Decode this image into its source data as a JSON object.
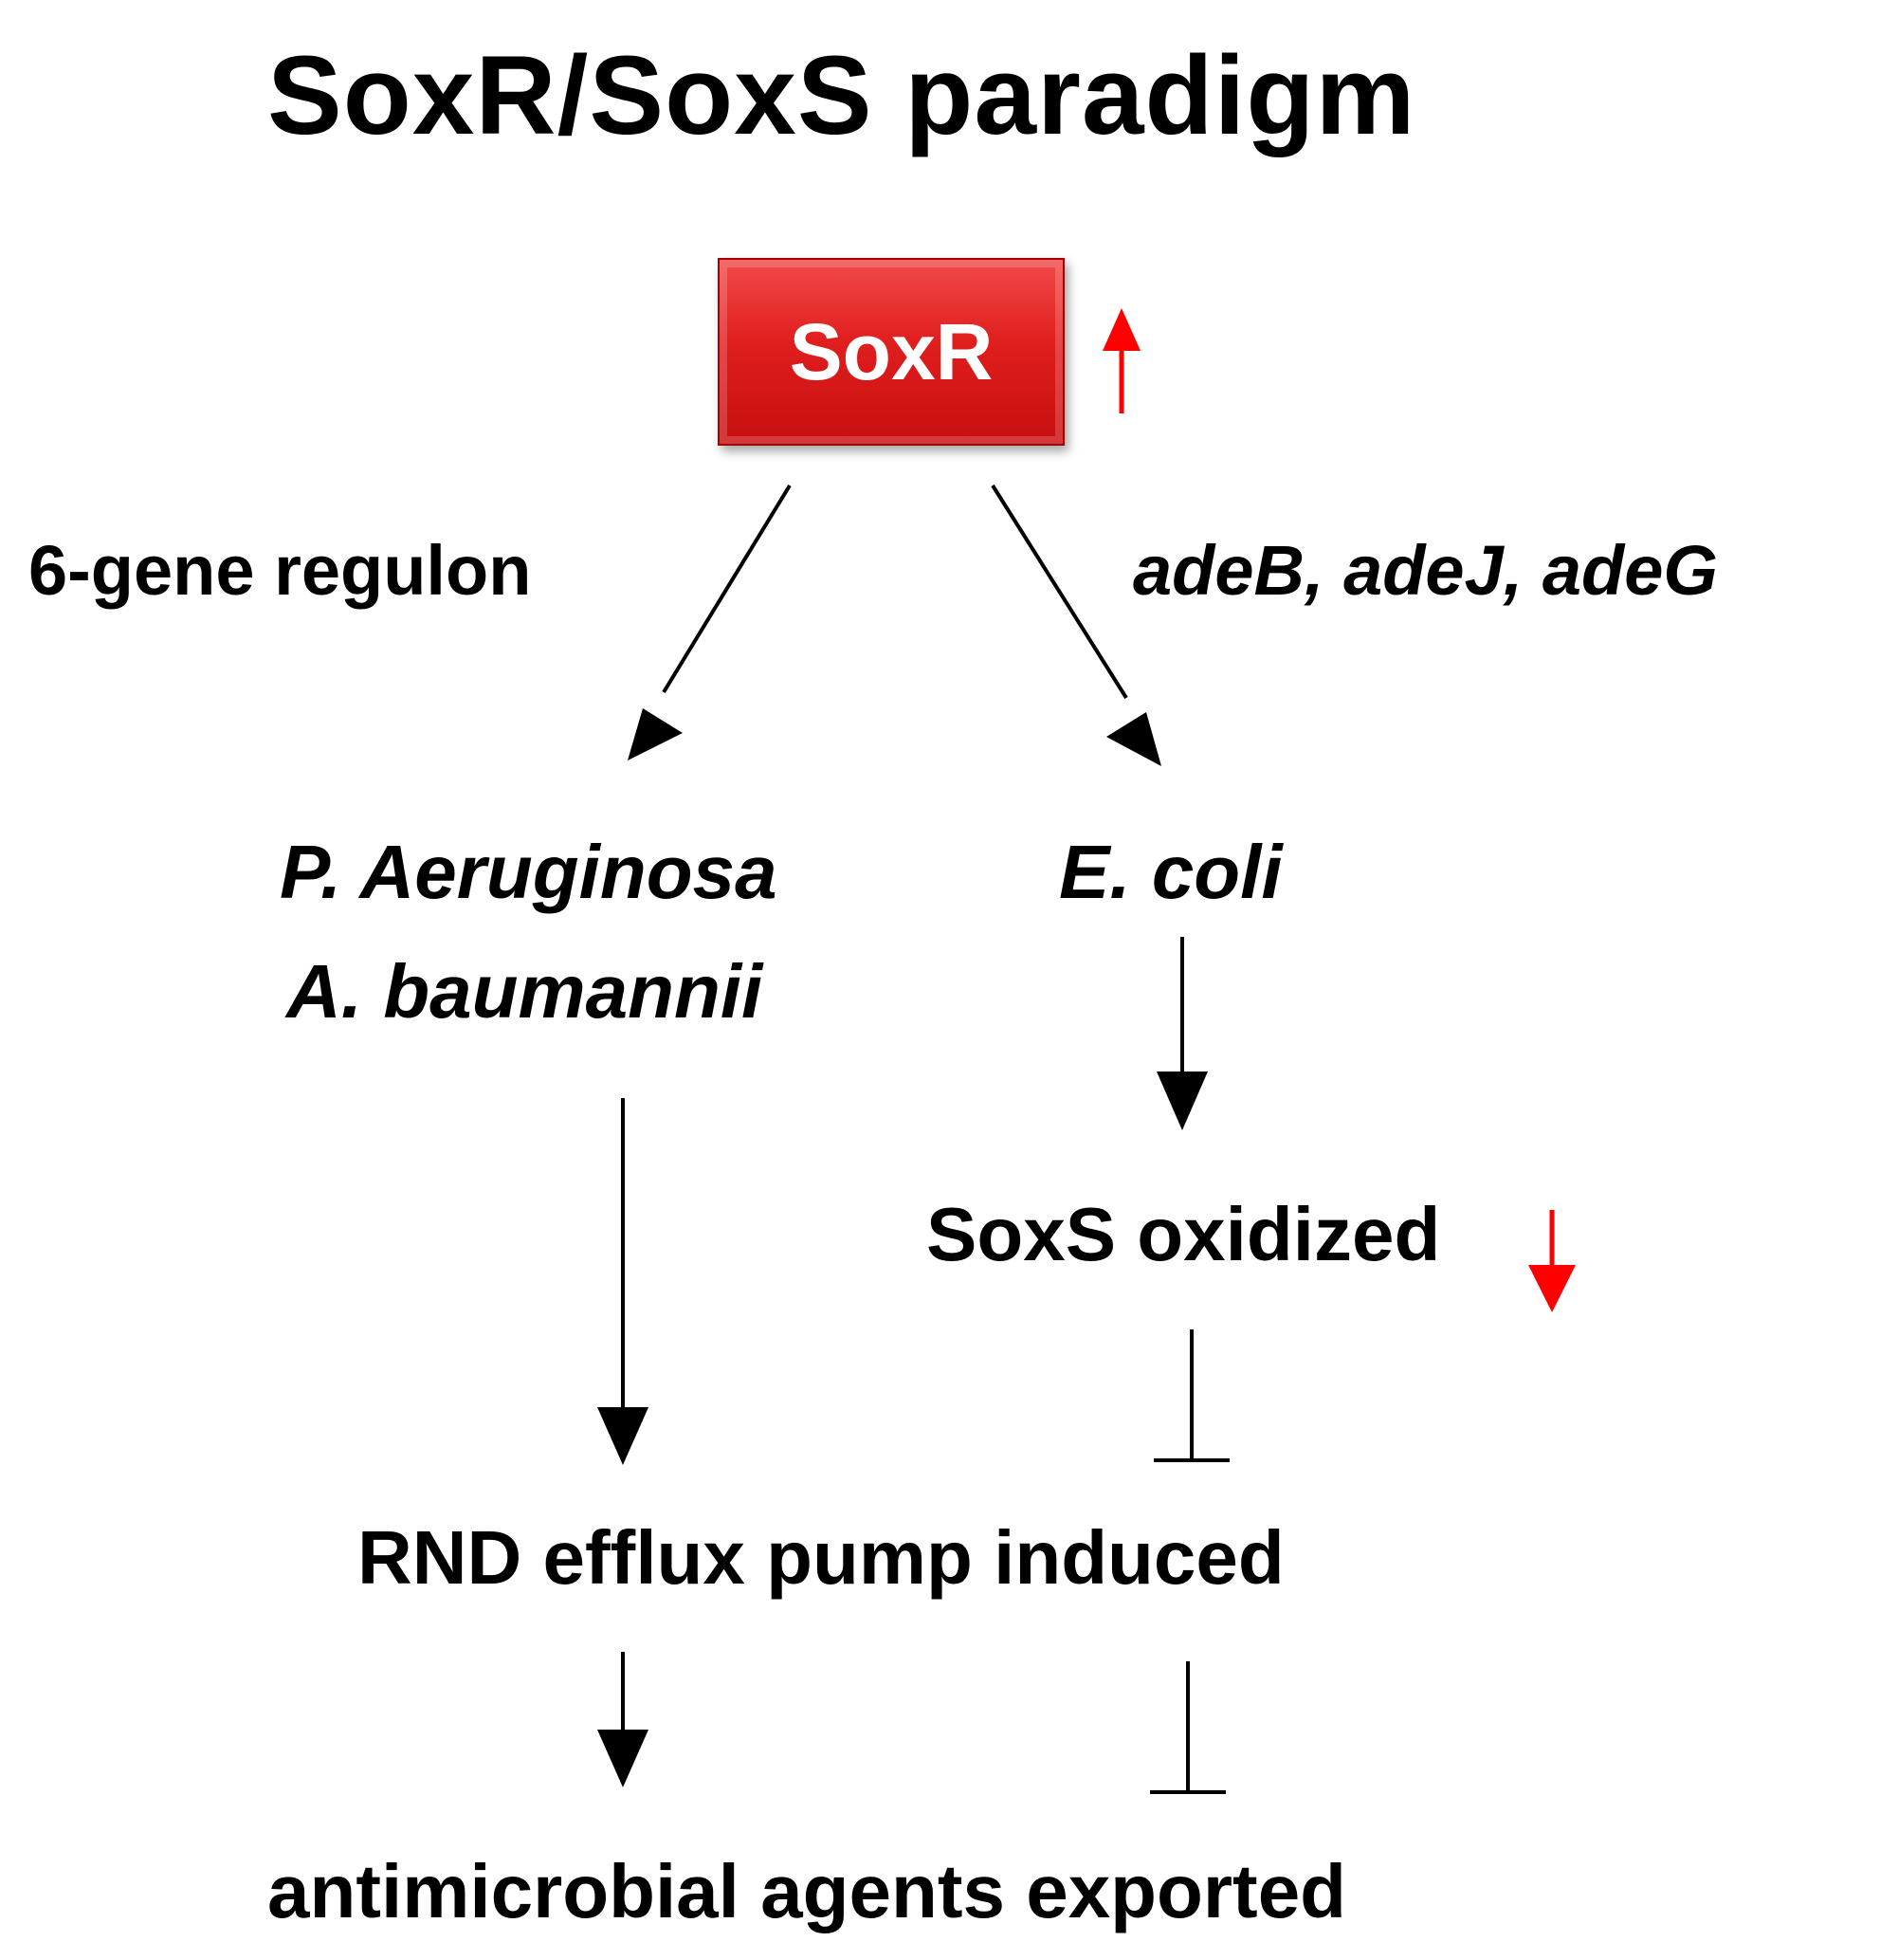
{
  "title": "SoxR/SoxS paradigm",
  "node_soxr": "SoxR",
  "label_left_edge": "6-gene regulon",
  "label_right_edge": "adeB, adeJ, adeG",
  "organisms_left": [
    "P. Aeruginosa",
    "A. baumannii"
  ],
  "organism_right": "E. coli",
  "soxs_node": "SoxS oxidized",
  "rnd_node": "RND efflux pump induced",
  "export_node": "antimicrobial agents exported",
  "colors": {
    "box_red": "#e01e1e",
    "indicator_red": "#ff0000",
    "ink": "#000000"
  },
  "indicators": {
    "soxr": "up-arrow",
    "soxs": "down-arrow"
  }
}
